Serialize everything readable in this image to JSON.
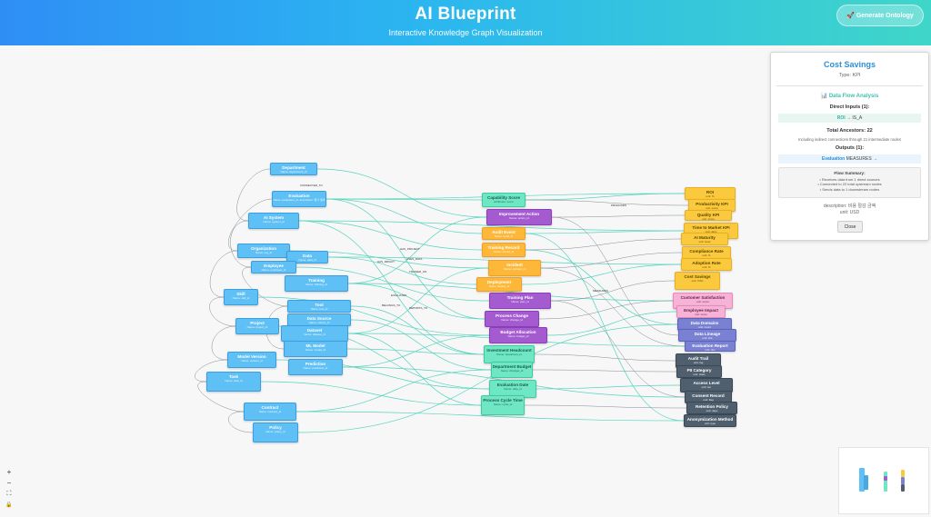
{
  "header": {
    "title": "AI Blueprint",
    "subtitle": "Interactive Knowledge Graph Visualization",
    "generate_button": "🚀 Generate Ontology"
  },
  "colors": {
    "header_start": "#2f8ef5",
    "header_end": "#3fd6c9",
    "edge": "#5ad6c0",
    "edge_gray": "#808a92",
    "entity": "#5fc0f5",
    "action": "#6fe6c4",
    "event": "#a45bd0",
    "process": "#fdb83a",
    "kpi": "#fac93e",
    "metric": "#f6b3d6",
    "record": "#7a80d2",
    "policy": "#4f5f6e"
  },
  "graph": {
    "nodes_entities": [
      {
        "label": "Department",
        "sub": "Name: department_id"
      },
      {
        "label": "Evaluation",
        "sub": "Name: evaluation_id, description: 평가 결과"
      },
      {
        "label": "AI System",
        "sub": "Name: system_id"
      },
      {
        "label": "Organization",
        "sub": "Name: org_id"
      },
      {
        "label": "Data",
        "sub": "Name: data_id"
      },
      {
        "label": "Employee",
        "sub": "Name: employee_id"
      },
      {
        "label": "Training",
        "sub": "Name: training_id"
      },
      {
        "label": "Skill",
        "sub": "Name: skill_id"
      },
      {
        "label": "Tool",
        "sub": "Name: tool_id"
      },
      {
        "label": "Data Source",
        "sub": "Name: source_id"
      },
      {
        "label": "Project",
        "sub": "Name: project_id"
      },
      {
        "label": "Dataset",
        "sub": "Name: dataset_id"
      },
      {
        "label": "ML Model",
        "sub": "Name: model_id"
      },
      {
        "label": "Prediction",
        "sub": "Name: prediction_id"
      },
      {
        "label": "Model Version",
        "sub": "Name: version_id"
      },
      {
        "label": "Task",
        "sub": "Name: task_id"
      },
      {
        "label": "Contract",
        "sub": "Name: contract_id"
      },
      {
        "label": "Policy",
        "sub": "Name: policy_id"
      }
    ],
    "nodes_actions": [
      {
        "label": "Capability Score",
        "sub": "Attributes: score"
      },
      {
        "label": "Improvement Action",
        "sub": "Name: action_id"
      },
      {
        "label": "Audit Event",
        "sub": "Name: audit_id"
      },
      {
        "label": "Training Record",
        "sub": "Name: record_id"
      },
      {
        "label": "Incident",
        "sub": "Name: incident_id"
      },
      {
        "label": "Deployment",
        "sub": "Name: deploy_id"
      },
      {
        "label": "Training Plan",
        "sub": "Name: plan_id"
      },
      {
        "label": "Process Change",
        "sub": "Name: change_id"
      },
      {
        "label": "Budget Allocation",
        "sub": "Name: budget_id"
      },
      {
        "label": "Investment Headcount",
        "sub": "Name: headcount_id"
      },
      {
        "label": "Department Budget",
        "sub": "Name: dbudget_id"
      },
      {
        "label": "Evaluation Date",
        "sub": "Name: date_id"
      },
      {
        "label": "Process Cycle Time",
        "sub": "Name: cycle_id"
      }
    ],
    "nodes_outcomes": [
      {
        "label": "ROI",
        "sub": "unit: %"
      },
      {
        "label": "Productivity KPI",
        "sub": "unit: score"
      },
      {
        "label": "Quality KPI",
        "sub": "unit: score"
      },
      {
        "label": "Time to Market KPI",
        "sub": "unit: days"
      },
      {
        "label": "AI Maturity",
        "sub": "unit: level"
      },
      {
        "label": "Compliance Rate",
        "sub": "unit: %"
      },
      {
        "label": "Adoption Rate",
        "sub": "unit: %"
      },
      {
        "label": "Cost Savings",
        "sub": "unit: USD"
      },
      {
        "label": "Customer Satisfaction",
        "sub": "unit: score"
      },
      {
        "label": "Employee Impact",
        "sub": "unit: score"
      },
      {
        "label": "Data Domains",
        "sub": "unit: count"
      },
      {
        "label": "Data Lineage",
        "sub": "unit: link"
      },
      {
        "label": "Evaluation Report",
        "sub": "unit: doc"
      },
      {
        "label": "Audit Trail",
        "sub": "unit: log"
      },
      {
        "label": "PII Category",
        "sub": "unit: class"
      },
      {
        "label": "Access Level",
        "sub": "unit: tier"
      },
      {
        "label": "Consent Record",
        "sub": "unit: flag"
      },
      {
        "label": "Retention Policy",
        "sub": "unit: days"
      },
      {
        "label": "Anonymization Method",
        "sub": "unit: type"
      }
    ],
    "edge_labels": [
      "CONNECTED_TO",
      "HAS_PROJECT",
      "USES_DATA",
      "MEASURES",
      "HAS_IMPACT",
      "TRAINED_ON",
      "EVALUATES",
      "BELONGS_TO",
      "PRODUCES",
      "REPORTS_TO"
    ]
  },
  "details_panel": {
    "title": "Cost Savings",
    "type": "Type: KPI",
    "section_title": "📊 Data Flow Analysis",
    "direct_inputs_header": "Direct Inputs (1):",
    "direct_input_name": "ROI",
    "direct_input_relation": "→ IS_A",
    "total_ancestors": "Total Ancestors: 22",
    "ancestors_note": "Including indirect connections through 21 intermediate nodes",
    "outputs_header": "Outputs (1):",
    "output_name": "Evaluation",
    "output_relation": "MEASURES →",
    "summary_title": "Flow Summary:",
    "summary_line1": "• Receives data from 1 direct sources",
    "summary_line2": "• Connected to 22 total upstream nodes",
    "summary_line3": "• Sends data to 1 downstream nodes",
    "description": "description: 비용 절감 금액",
    "unit": "unit: USD",
    "close_label": "Close"
  },
  "controls": {
    "zoom_in": "+",
    "zoom_out": "−",
    "fit_view": "⛶",
    "lock": "🔒"
  }
}
